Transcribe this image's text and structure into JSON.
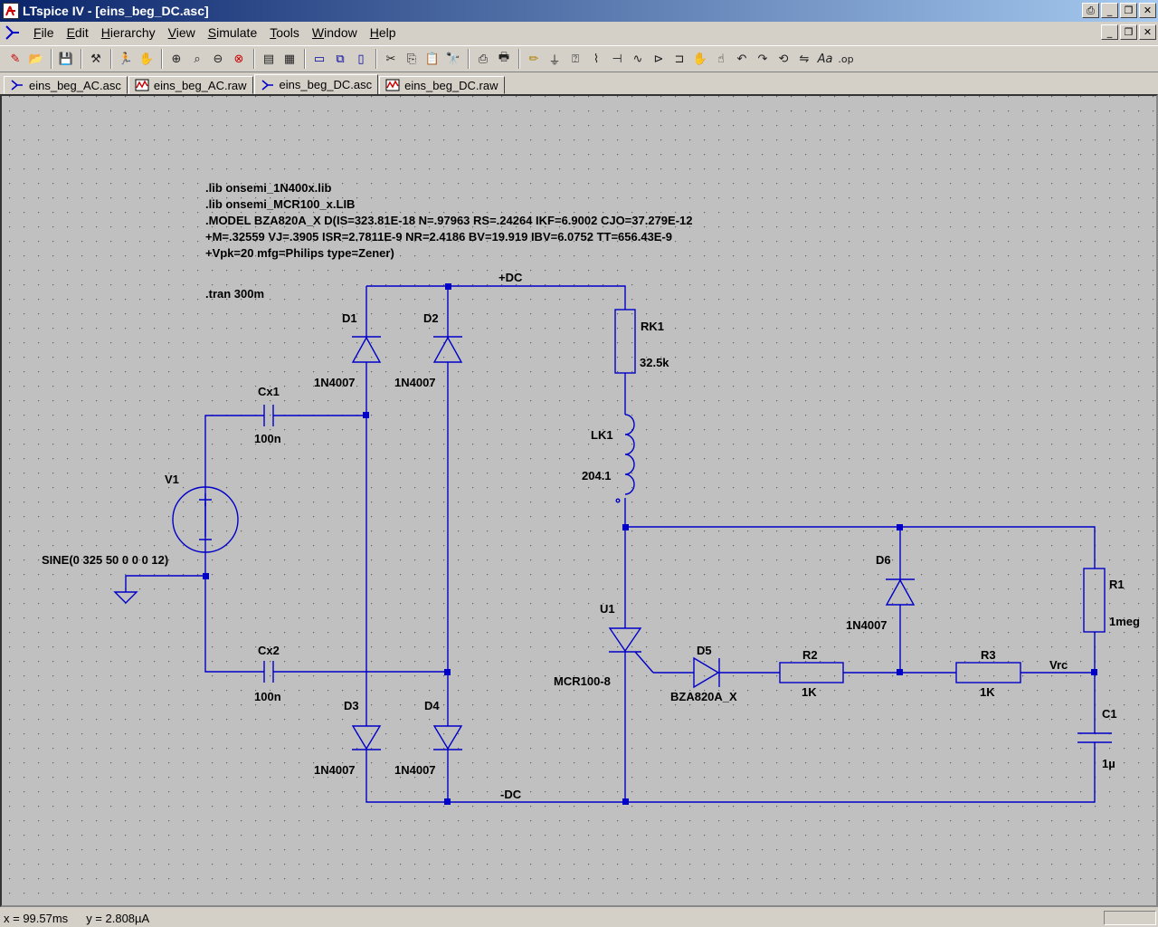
{
  "window": {
    "title": "LTspice IV - [eins_beg_DC.asc]"
  },
  "menu": [
    {
      "label": "File",
      "u": "F",
      "rest": "ile"
    },
    {
      "label": "Edit",
      "u": "E",
      "rest": "dit"
    },
    {
      "label": "Hierarchy",
      "u": "H",
      "rest": "ierarchy"
    },
    {
      "label": "View",
      "u": "V",
      "rest": "iew"
    },
    {
      "label": "Simulate",
      "u": "S",
      "rest": "imulate"
    },
    {
      "label": "Tools",
      "u": "T",
      "rest": "ools"
    },
    {
      "label": "Window",
      "u": "W",
      "rest": "indow"
    },
    {
      "label": "Help",
      "u": "H",
      "rest": "elp"
    }
  ],
  "tabs": [
    {
      "label": "eins_beg_AC.asc",
      "kind": "schematic",
      "active": false
    },
    {
      "label": "eins_beg_AC.raw",
      "kind": "waveform",
      "active": false
    },
    {
      "label": "eins_beg_DC.asc",
      "kind": "schematic",
      "active": true
    },
    {
      "label": "eins_beg_DC.raw",
      "kind": "waveform",
      "active": false
    }
  ],
  "schematic": {
    "directives": [
      ".lib onsemi_1N400x.lib",
      ".lib onsemi_MCR100_x.LIB",
      ".MODEL BZA820A_X D(IS=323.81E-18 N=.97963 RS=.24264 IKF=6.9002 CJO=37.279E-12",
      "+M=.32559 VJ=.3905 ISR=2.7811E-9 NR=2.4186 BV=19.919 IBV=6.0752 TT=656.43E-9",
      "+Vpk=20 mfg=Philips type=Zener)"
    ],
    "tran": ".tran 300m",
    "nets": {
      "pos": "+DC",
      "neg": "-DC",
      "vrc": "Vrc"
    },
    "components": {
      "D1": {
        "ref": "D1",
        "value": "1N4007"
      },
      "D2": {
        "ref": "D2",
        "value": "1N4007"
      },
      "D3": {
        "ref": "D3",
        "value": "1N4007"
      },
      "D4": {
        "ref": "D4",
        "value": "1N4007"
      },
      "D5": {
        "ref": "D5",
        "value": "BZA820A_X"
      },
      "D6": {
        "ref": "D6",
        "value": "1N4007"
      },
      "Cx1": {
        "ref": "Cx1",
        "value": "100n"
      },
      "Cx2": {
        "ref": "Cx2",
        "value": "100n"
      },
      "V1": {
        "ref": "V1",
        "value": "SINE(0 325 50 0 0 0 12)"
      },
      "RK1": {
        "ref": "RK1",
        "value": "32.5k"
      },
      "LK1": {
        "ref": "LK1",
        "value": "204.1"
      },
      "U1": {
        "ref": "U1",
        "value": "MCR100-8"
      },
      "R1": {
        "ref": "R1",
        "value": "1meg"
      },
      "R2": {
        "ref": "R2",
        "value": "1K"
      },
      "R3": {
        "ref": "R3",
        "value": "1K"
      },
      "C1": {
        "ref": "C1",
        "value": "1µ"
      }
    }
  },
  "status": {
    "x": "x = 99.57ms",
    "y": "y = 2.808µA"
  },
  "colors": {
    "wire": "#0000c8",
    "canvas": "#c0c0c0",
    "chrome": "#d4d0c8",
    "title_start": "#0a246a"
  }
}
